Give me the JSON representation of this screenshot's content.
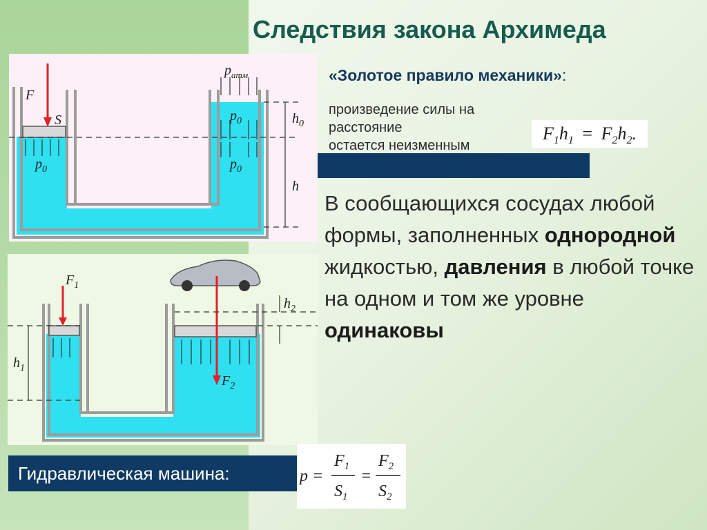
{
  "title": "Следствия закона Архимеда",
  "golden_rule": {
    "heading": "«Золотое правило механики»",
    "colon": ":",
    "desc_line1": "произведение силы на расстояние",
    "desc_line2": "остается неизменным"
  },
  "formula_golden": {
    "lhs_f": "F",
    "sub1": "1",
    "lhs_h": "h",
    "eq": "=",
    "rhs_f": "F",
    "sub2": "2",
    "rhs_h": "h",
    "dot": "."
  },
  "statement": {
    "p1": "В сообщающихся сосудах любой формы, заполненных ",
    "b1": "однородной",
    "p2": " жидкостью, ",
    "b2": "давления",
    "p3": " в любой точке на одном и том же уровне ",
    "b3": "одинаковы"
  },
  "hydraulic_label": "Гидравлическая машина:",
  "formula_hydraulic": {
    "p": "p",
    "eq": "=",
    "F1": "F",
    "s1": "1",
    "S1": "S",
    "F2": "F",
    "s2": "2",
    "S2": "S"
  },
  "fig_top_labels": {
    "F": "F",
    "S": "S",
    "p0": "p",
    "p0_sub": "0",
    "patm": "p",
    "patm_sub": "атм",
    "h0": "h",
    "h0_sub": "0",
    "h": "h"
  },
  "fig_bot_labels": {
    "F1": "F",
    "F1_sub": "1",
    "F2": "F",
    "F2_sub": "2",
    "h1": "h",
    "h1_sub": "1",
    "h2": "h",
    "h2_sub": "2"
  },
  "colors": {
    "water": "#2ee0f0",
    "vessel": "#9c9c9c",
    "arrow_red": "#e0202a",
    "dark_navy": "#0e3a63",
    "title_teal": "#165c4e"
  }
}
